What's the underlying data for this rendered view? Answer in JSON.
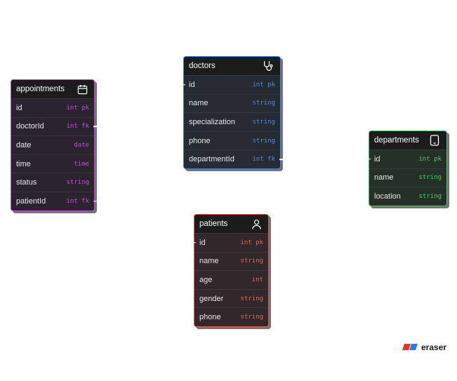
{
  "diagram": {
    "entities": {
      "appointments": {
        "title": "appointments",
        "icon": "calendar-icon",
        "color": "#c04ad6",
        "fields": [
          {
            "name": "id",
            "type": "int pk"
          },
          {
            "name": "doctorId",
            "type": "int fk"
          },
          {
            "name": "date",
            "type": "date"
          },
          {
            "name": "time",
            "type": "time"
          },
          {
            "name": "status",
            "type": "string"
          },
          {
            "name": "patientId",
            "type": "int fk"
          }
        ]
      },
      "doctors": {
        "title": "doctors",
        "icon": "stethoscope-icon",
        "color": "#3b7ee0",
        "fields": [
          {
            "name": "id",
            "type": "int pk"
          },
          {
            "name": "name",
            "type": "string"
          },
          {
            "name": "specialization",
            "type": "string"
          },
          {
            "name": "phone",
            "type": "string"
          },
          {
            "name": "departmentId",
            "type": "int fk"
          }
        ]
      },
      "departments": {
        "title": "departments",
        "icon": "tablet-icon",
        "color": "#4ec165",
        "fields": [
          {
            "name": "id",
            "type": "int pk"
          },
          {
            "name": "name",
            "type": "string"
          },
          {
            "name": "location",
            "type": "string"
          }
        ]
      },
      "patients": {
        "title": "patients",
        "icon": "user-icon",
        "color": "#e45a4e",
        "fields": [
          {
            "name": "id",
            "type": "int pk"
          },
          {
            "name": "name",
            "type": "string"
          },
          {
            "name": "age",
            "type": "int"
          },
          {
            "name": "gender",
            "type": "string"
          },
          {
            "name": "phone",
            "type": "string"
          }
        ]
      }
    }
  },
  "brand": {
    "text": "eraser",
    "icon": "eraser-logo-icon",
    "colors": [
      "#e5312f",
      "#2a7de1"
    ]
  }
}
